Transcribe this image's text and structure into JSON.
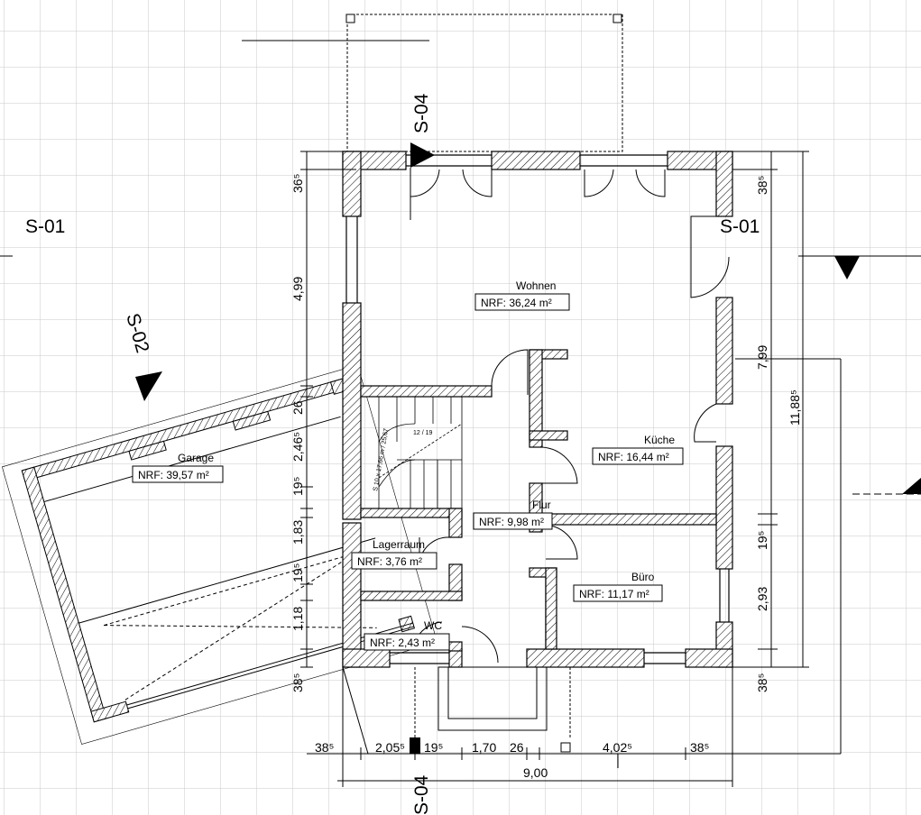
{
  "section_marks": {
    "s01_left": "S-01",
    "s01_right": "S-01",
    "s02": "S-02",
    "s04_top": "S-04",
    "s04_bottom": "S-04"
  },
  "rooms": {
    "wohnen": {
      "name": "Wohnen",
      "area": "NRF: 36,24 m²"
    },
    "kueche": {
      "name": "Küche",
      "area": "NRF: 16,44 m²"
    },
    "garage": {
      "name": "Garage",
      "area": "NRF: 39,57 m²"
    },
    "flur": {
      "name": "Flur",
      "area": "NRF: 9,98 m²"
    },
    "lagerraum": {
      "name": "Lagerraum",
      "area": "NRF: 3,76 m²"
    },
    "buero": {
      "name": "Büro",
      "area": "NRF: 11,17 m²"
    },
    "wc": {
      "name": "WC",
      "area": "NRF: 2,43 m²"
    }
  },
  "stair": {
    "label_a": "S 10 x 17,66 m / 25,67",
    "label_b": "12 / 19"
  },
  "dims_left": [
    "36⁵",
    "4,99",
    "26",
    "2,46⁵",
    "19⁵",
    "1,83",
    "19⁵",
    "1,18",
    "38⁵"
  ],
  "dims_right_inner": [
    "38⁵",
    "7,99",
    "19⁵",
    "2,93",
    "38⁵"
  ],
  "dims_right_outer": "11,88⁵",
  "dims_bottom_chain": [
    "38⁵",
    "2,05⁵",
    "19⁵",
    "1,70",
    "26",
    "4,02⁵",
    "38⁵"
  ],
  "dims_bottom_total": "9,00"
}
